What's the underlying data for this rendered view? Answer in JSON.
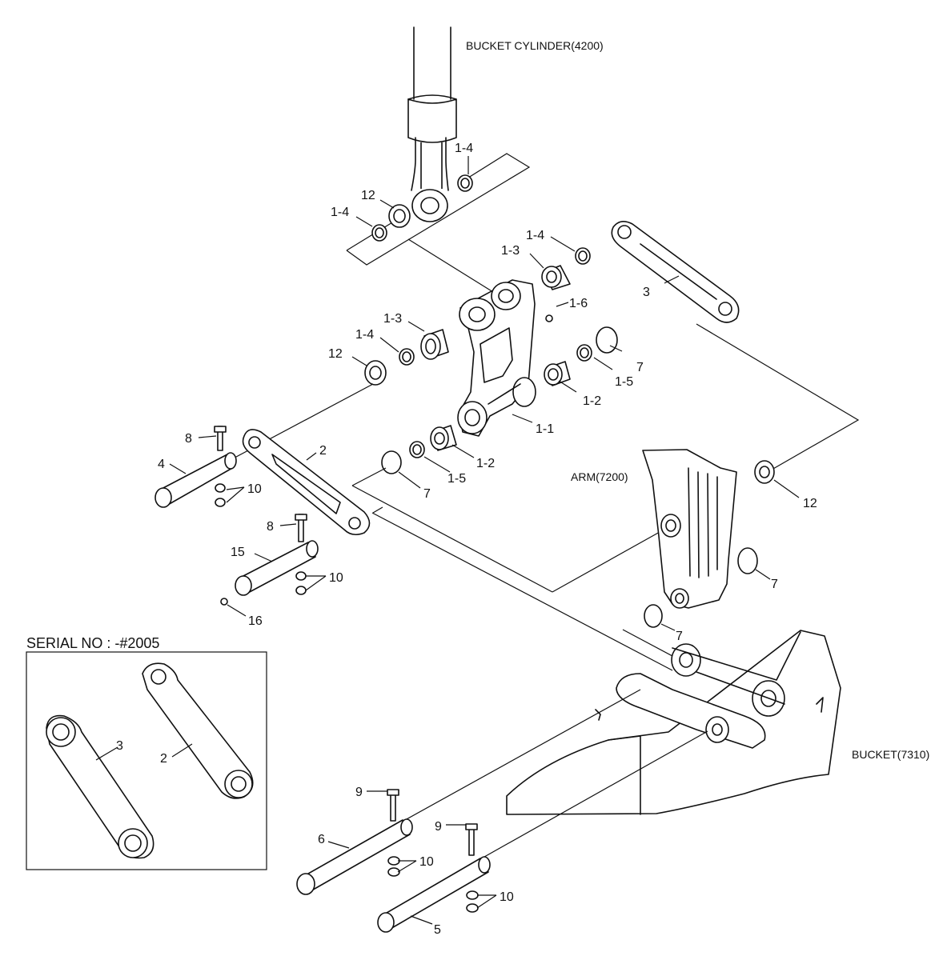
{
  "titles": {
    "bucket_cylinder": "BUCKET CYLINDER(4200)",
    "arm": "ARM(7200)",
    "bucket": "BUCKET(7310)",
    "serial": "SERIAL NO : -#2005"
  },
  "callouts": [
    {
      "id": "c1",
      "text": "1-4"
    },
    {
      "id": "c2",
      "text": "12"
    },
    {
      "id": "c3",
      "text": "1-4"
    },
    {
      "id": "c4",
      "text": "1-4"
    },
    {
      "id": "c5",
      "text": "1-3"
    },
    {
      "id": "c6",
      "text": "3"
    },
    {
      "id": "c7",
      "text": "1-6"
    },
    {
      "id": "c8",
      "text": "1-3"
    },
    {
      "id": "c9",
      "text": "1-4"
    },
    {
      "id": "c10",
      "text": "12"
    },
    {
      "id": "c11",
      "text": "7"
    },
    {
      "id": "c12",
      "text": "1-5"
    },
    {
      "id": "c13",
      "text": "1-2"
    },
    {
      "id": "c14",
      "text": "1-1"
    },
    {
      "id": "c15",
      "text": "8"
    },
    {
      "id": "c16",
      "text": "2"
    },
    {
      "id": "c17",
      "text": "4"
    },
    {
      "id": "c18",
      "text": "10"
    },
    {
      "id": "c19",
      "text": "1-2"
    },
    {
      "id": "c20",
      "text": "1-5"
    },
    {
      "id": "c21",
      "text": "7"
    },
    {
      "id": "c22",
      "text": "12"
    },
    {
      "id": "c23",
      "text": "8"
    },
    {
      "id": "c24",
      "text": "15"
    },
    {
      "id": "c25",
      "text": "10"
    },
    {
      "id": "c26",
      "text": "16"
    },
    {
      "id": "c27",
      "text": "7"
    },
    {
      "id": "c28",
      "text": "7"
    },
    {
      "id": "c29",
      "text": "3"
    },
    {
      "id": "c30",
      "text": "2"
    },
    {
      "id": "c31",
      "text": "9"
    },
    {
      "id": "c32",
      "text": "9"
    },
    {
      "id": "c33",
      "text": "6"
    },
    {
      "id": "c34",
      "text": "10"
    },
    {
      "id": "c35",
      "text": "10"
    },
    {
      "id": "c36",
      "text": "5"
    }
  ]
}
